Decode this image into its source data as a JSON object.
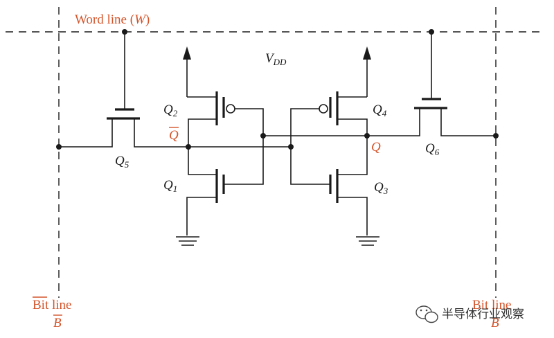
{
  "diagram": {
    "word_line_label": "Word line (",
    "word_line_var": "W",
    "word_line_close": ")",
    "vdd_main": "V",
    "vdd_sub": "DD",
    "bitline_left_line1": "Bit line",
    "bitline_left_line2": "B",
    "bitline_right_line1": "Bit line",
    "bitline_right_line2": "B",
    "q_label": "Q",
    "qbar_label": "Q",
    "transistors": [
      {
        "id": "Q1",
        "main": "Q",
        "sub": "1"
      },
      {
        "id": "Q2",
        "main": "Q",
        "sub": "2"
      },
      {
        "id": "Q3",
        "main": "Q",
        "sub": "3"
      },
      {
        "id": "Q4",
        "main": "Q",
        "sub": "4"
      },
      {
        "id": "Q5",
        "main": "Q",
        "sub": "5"
      },
      {
        "id": "Q6",
        "main": "Q",
        "sub": "6"
      }
    ],
    "colors": {
      "accent": "#d4542a",
      "line": "#1a1a1a"
    }
  },
  "watermark": {
    "text": "半导体行业观察",
    "icon": "wechat-bubble-icon"
  }
}
